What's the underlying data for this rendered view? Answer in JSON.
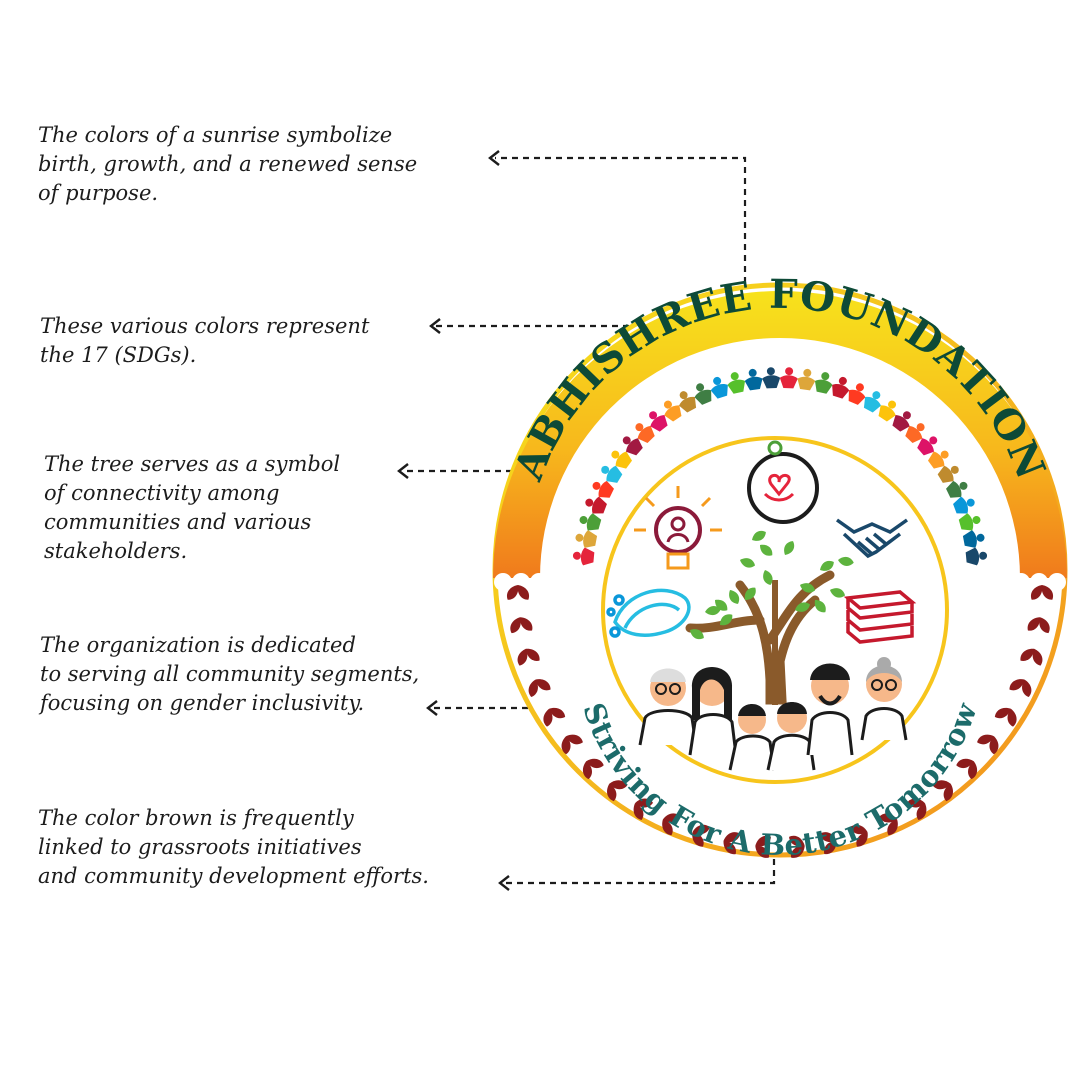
{
  "annotations": [
    {
      "lines": [
        "The colors of a sunrise symbolize",
        "birth, growth, and a renewed sense",
        "of purpose."
      ]
    },
    {
      "lines": [
        "These various colors represent",
        "the 17 (SDGs)."
      ]
    },
    {
      "lines": [
        "The tree serves as a symbol",
        "of connectivity among",
        "communities and various",
        "stakeholders."
      ]
    },
    {
      "lines": [
        "The organization is dedicated",
        "to serving all community segments,",
        "focusing on gender inclusivity."
      ]
    },
    {
      "lines": [
        "The color brown is frequently",
        "linked to grassroots initiatives",
        "and community development efforts."
      ]
    }
  ],
  "logo": {
    "name": "ABHISHREE FOUNDATION",
    "tagline": "Striving For A Better Tomorrow"
  },
  "colors": {
    "text_dark": "#1c1c1c",
    "logo_green": "#0d4a37",
    "tagline_teal": "#1c6b6a",
    "ring_orange": "#f2901f",
    "ring_yellow": "#f7e21c",
    "laurel_brown": "#8c1c1c",
    "tree_brown": "#8a5a2b",
    "leaf_green": "#5db33e",
    "sdg": [
      "#e5243b",
      "#dda63a",
      "#4c9f38",
      "#c5192d",
      "#ff3a21",
      "#26bde2",
      "#fcc30b",
      "#a21942",
      "#fd6925",
      "#dd1367",
      "#fd9d24",
      "#bf8b2e",
      "#3f7e44",
      "#0a97d9",
      "#56c02b",
      "#00689d",
      "#19486a"
    ]
  },
  "icons": [
    "lightbulb-person-icon",
    "heart-hands-icon",
    "handshake-icon",
    "clean-hands-icon",
    "books-icon",
    "tree-icon",
    "family-icon"
  ]
}
